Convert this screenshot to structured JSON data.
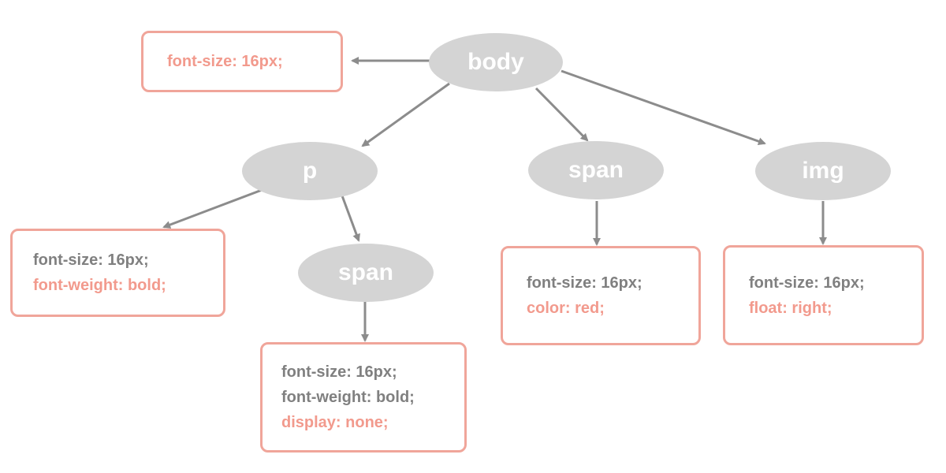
{
  "colors": {
    "node_fill": "#d4d4d4",
    "box_border": "#f0a59a",
    "inherited_text": "#808080",
    "own_text": "#f29a8d",
    "arrow": "#8c8c8c"
  },
  "nodes": {
    "body": "body",
    "p": "p",
    "span_in_p": "span",
    "span": "span",
    "img": "img"
  },
  "boxes": {
    "body": {
      "own": [
        "font-size: 16px;"
      ]
    },
    "p": {
      "inherited": [
        "font-size: 16px;"
      ],
      "own": [
        "font-weight: bold;"
      ]
    },
    "span_in_p": {
      "inherited": [
        "font-size: 16px;",
        "font-weight: bold;"
      ],
      "own": [
        "display: none;"
      ]
    },
    "span": {
      "inherited": [
        "font-size: 16px;"
      ],
      "own": [
        "color: red;"
      ]
    },
    "img": {
      "inherited": [
        "font-size: 16px;"
      ],
      "own": [
        "float: right;"
      ]
    }
  }
}
